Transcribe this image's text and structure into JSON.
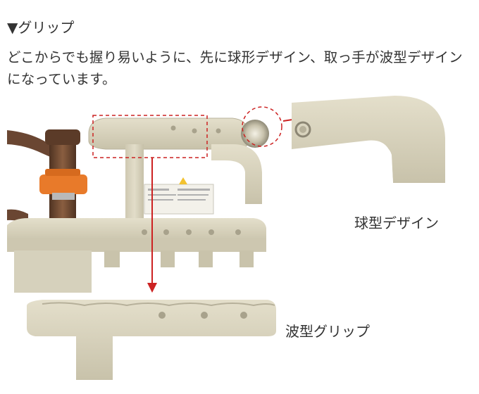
{
  "section": {
    "marker": "▼",
    "title": "グリップ"
  },
  "description": "どこからでも握り易いように、先に球形デザイン、取っ手が波型デザインになっています。",
  "captions": {
    "ball_design": "球型デザイン",
    "wave_grip": "波型グリップ"
  },
  "colors": {
    "frame": "#d8d3bf",
    "frame_shadow": "#bdb7a0",
    "pole": "#6e4a33",
    "clamp": "#e87a2a",
    "highlight_red": "#cc2222",
    "text": "#333333"
  }
}
